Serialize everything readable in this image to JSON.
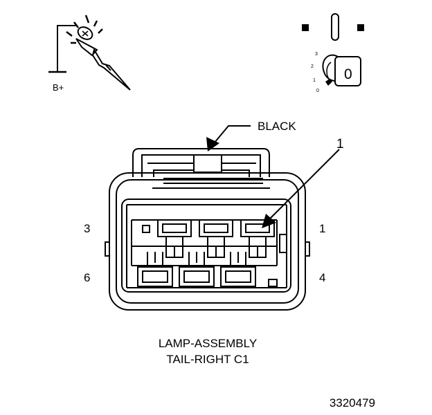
{
  "probe": {
    "supply_label": "B+"
  },
  "ignition": {
    "positions": [
      "3",
      "2",
      "1",
      "0"
    ],
    "key_label": "0"
  },
  "connector": {
    "housing_color_label": "BLACK",
    "callout_pin": "1",
    "pin_labels": {
      "top_left": "3",
      "top_right": "1",
      "bottom_left": "6",
      "bottom_right": "4"
    },
    "name_line1": "LAMP-ASSEMBLY",
    "name_line2": "TAIL-RIGHT C1"
  },
  "figure_number": "3320479"
}
